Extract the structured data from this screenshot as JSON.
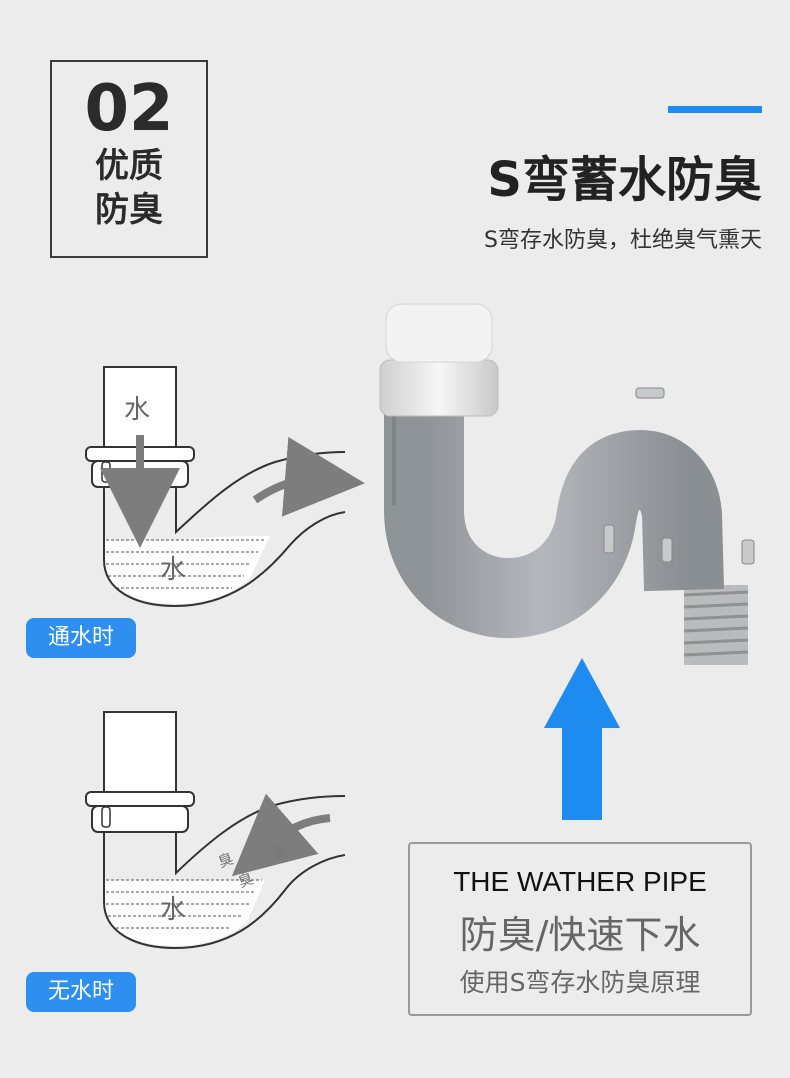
{
  "badge": {
    "number": "02",
    "line1": "优质",
    "line2": "防臭"
  },
  "header": {
    "title": "S弯蓄水防臭",
    "subtitle": "S弯存水防臭，杜绝臭气熏天"
  },
  "diagram_top": {
    "water_label_pipe": "水",
    "water_label_trap": "水",
    "caption": "通水时"
  },
  "diagram_bottom": {
    "water_label_trap": "水",
    "smell_labels": [
      "臭",
      "臭",
      "臭"
    ],
    "caption": "无水时"
  },
  "info_box": {
    "english": "THE WATHER PIPE",
    "line1": "防臭/快速下水",
    "line2": "使用S弯存水防臭原理"
  },
  "colors": {
    "accent": "#1e8bf0",
    "pill": "#2f8ff0",
    "pipe": "#9ea3a8"
  }
}
